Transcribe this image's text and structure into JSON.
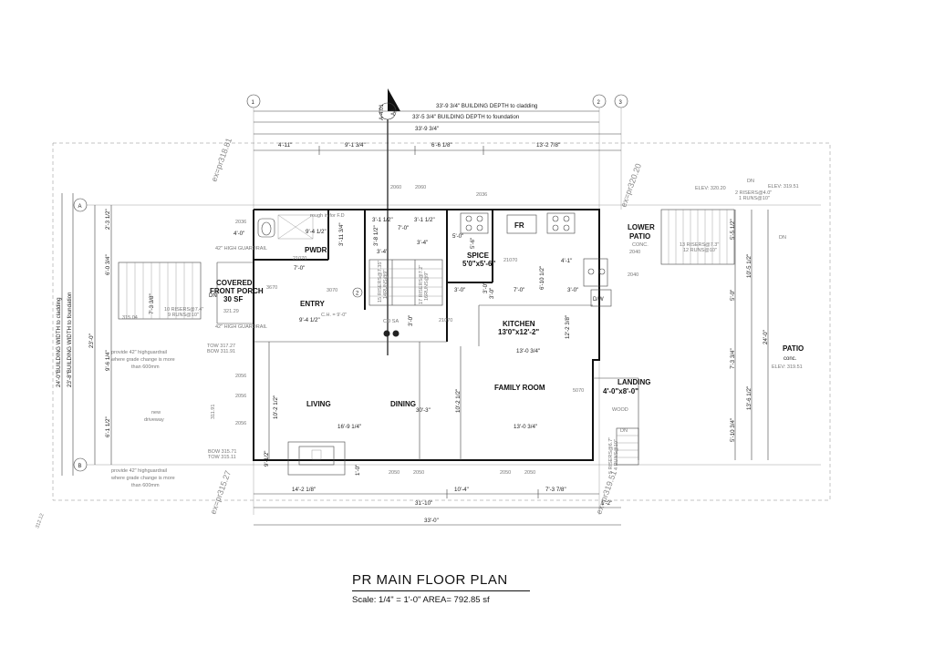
{
  "title": {
    "main": "PR MAIN FLOOR PLAN",
    "scale": "Scale: 1/4\" = 1'-0\"   AREA= 792.85 sf"
  },
  "grid": {
    "g1": "1",
    "g2": "2",
    "g3": "3",
    "gA": "A",
    "gB": "B"
  },
  "section": {
    "sheet": "A-4.01",
    "id": "AA"
  },
  "rooms": {
    "pwdr": "PWDR",
    "entry": "ENTRY",
    "spice": "SPICE",
    "spice_size": "5'0\"x5'-6\"",
    "kitchen": "KITCHEN",
    "kitchen_size": "13'0\"x12'-2\"",
    "family": "FAMILY ROOM",
    "living": "LIVING",
    "dining": "DINING",
    "landing": "LANDING",
    "landing_size": "4'-0\"x8'-0\"",
    "lower_patio": "LOWER",
    "lower_patio2": "PATIO",
    "lower_patio_conc": "CONC.",
    "patio": "PATIO",
    "patio_conc": "conc.",
    "patio_elev": "ELEV: 319.51",
    "porch1": "COVERED",
    "porch2": "FRONT PORCH",
    "porch_sf": "30 SF",
    "porch_elev": "321.29",
    "fr": "FR",
    "dw": "D/W",
    "wood": "WOOD",
    "co_sa": "CO SA",
    "rough": "rough in for F.D",
    "driveway1": "new",
    "driveway2": "driveway"
  },
  "dims_top": {
    "d1": "33'-9 3/4\" BUILDING DEPTH  to cladding",
    "d2": "33'-5 3/4\" BUILDING DEPTH to foundation",
    "d3": "33'-9 3/4\"",
    "d4a": "4'-11\"",
    "d4b": "9'-1 3/4\"",
    "d4c": "6'-6 1/8\"",
    "d4d": "13'-2 7/8\""
  },
  "dims_bottom": {
    "b1a": "14'-2 1/8\"",
    "b1b": "10'-4\"",
    "b1c": "7'-3 7/8\"",
    "b2": "31'-10\"",
    "b2b": "1'-2\"",
    "b3": "33'-0\""
  },
  "dims_left": {
    "w1": "24'-0\"BUILDING WIDTH  to cladding",
    "w2": "23'-8\"BUILDING WIDTH  to foundation",
    "w3": "23'-0\"",
    "l1": "2'-3 1/2\"",
    "l2": "4'-0\"",
    "l3": "6'-0 3/4\"",
    "l4": "7'-3 3/8\"",
    "l5": "9'-6 1/4\"",
    "l6": "6'-1 1/2\""
  },
  "dims_right": {
    "r1": "5'-5 1/2\"",
    "r2": "10'-5 1/2\"",
    "r3": "24'-0\"",
    "r4": "5'-0\"",
    "r5": "7'-3 3/4\"",
    "r6": "13'-6 1/2\"",
    "r7": "5'-10 3/4\""
  },
  "dims_interior": {
    "i1": "9'-4 1/2\"",
    "i2": "3'-11 3/4\"",
    "i3": "7'-0\"",
    "i4": "9'-4 1/2\"",
    "i5": "3'-1 1/2\"",
    "i6": "3'-1 1/2\"",
    "i7": "7'-0\"",
    "i8": "3'-8 1/2\"",
    "i9": "3'-4\"",
    "i10": "3'-4\"",
    "i11": "5'-0\"",
    "i12": "5'-6\"",
    "i13": "6'-10 1/2\"",
    "i14": "4'-1\"",
    "i15": "3'-0\"",
    "i16": "7'-0\"",
    "i17": "3'-0\"",
    "i18": "3'-0\"",
    "i19": "12'-2 3/8\"",
    "i20": "13'-0 3/4\"",
    "i21": "10'-2 1/2\"",
    "i22": "10'-2 1/2\"",
    "i23": "16'-9 1/4\"",
    "i24": "13'-0 3/4\"",
    "i25": "30'-3\"",
    "i26": "9'-1/2\"",
    "i27": "1'-0\"",
    "i28": "3'-0\"",
    "i29": "3'-0\""
  },
  "stairs": {
    "s1": "10 RISERS@7.4\"",
    "s1b": "9 RUNS@10\"",
    "s2": "15 RISERS@7.35\"",
    "s2b": "14RUNS@9\"",
    "s3": "17 RISERS@7.2\"",
    "s3b": "16RUNS@9\"",
    "s4": "13 RISERS@7.3\"",
    "s4b": "12 RUNS@10\"",
    "s5": "2 RISERS@4.0\"",
    "s5b": "1 RUNS@10\"",
    "s6": "5 RISERS@6.7\"",
    "s6b": "4 RUNS@10\"",
    "dn1": "DN",
    "dn2": "DN",
    "dn3": "DN",
    "dn4": "DN"
  },
  "notes": {
    "guard1": "provide 42\" highguardrail",
    "guard2": "where grade change is more",
    "guard3": "than 600mm",
    "guard4": "provide 42\" highguardrail",
    "guard5": "where grade change is more",
    "guard6": "than 600mm",
    "guardrail_top": "42\" HIGH GUARDRAIL",
    "guardrail_mid": "42\" HIGH GUARDRAIL",
    "ch": "C.H. = 9'-0\"",
    "elev1": "ELEV: 320.20",
    "elev2": "ELEV: 319.51",
    "tow1": "TOW 317.27",
    "bow1": "BOW 311.91",
    "tow2": "BOW 315.71",
    "bow2": "TOW 315.11",
    "v315": "315.04",
    "v311": "311.91",
    "v312": "312.12"
  },
  "labels_ex": {
    "e1": "ex=pr318.81",
    "e2": "ex=pr320.20",
    "e3": "ex=pr315.27",
    "e4": "ex=pr319.51"
  },
  "windows": {
    "w2060a": "2060",
    "w2060b": "2060",
    "w2036a": "2036",
    "w2036b": "2036",
    "w21070a": "21070",
    "w21070b": "21070",
    "w3670": "3670",
    "w3070": "3070",
    "w2040a": "2040",
    "w2040b": "2040",
    "w2056a": "2056",
    "w2056b": "2056",
    "w2056c": "2056",
    "w5070": "5070",
    "w2050a": "2050",
    "w2050b": "2050",
    "w2050c": "2050",
    "w2050d": "2050",
    "w21070c": "21070"
  },
  "door_tag": "2"
}
